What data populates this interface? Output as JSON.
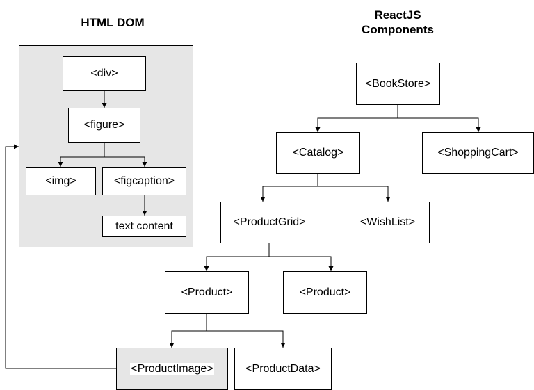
{
  "titles": {
    "html_dom": "HTML DOM",
    "react_line1": "ReactJS",
    "react_line2": "Components"
  },
  "html_dom": {
    "div": "<div>",
    "figure": "<figure>",
    "img": "<img>",
    "figcaption": "<figcaption>",
    "text_content": "text content"
  },
  "react": {
    "bookstore": "<BookStore>",
    "catalog": "<Catalog>",
    "shopping_cart": "<ShoppingCart>",
    "product_grid": "<ProductGrid>",
    "wish_list": "<WishList>",
    "product_1": "<Product>",
    "product_2": "<Product>",
    "product_image": "<ProductImage>",
    "product_data": "<ProductData>"
  },
  "colors": {
    "panel_fill": "#e6e6e6",
    "stroke": "#000000"
  }
}
